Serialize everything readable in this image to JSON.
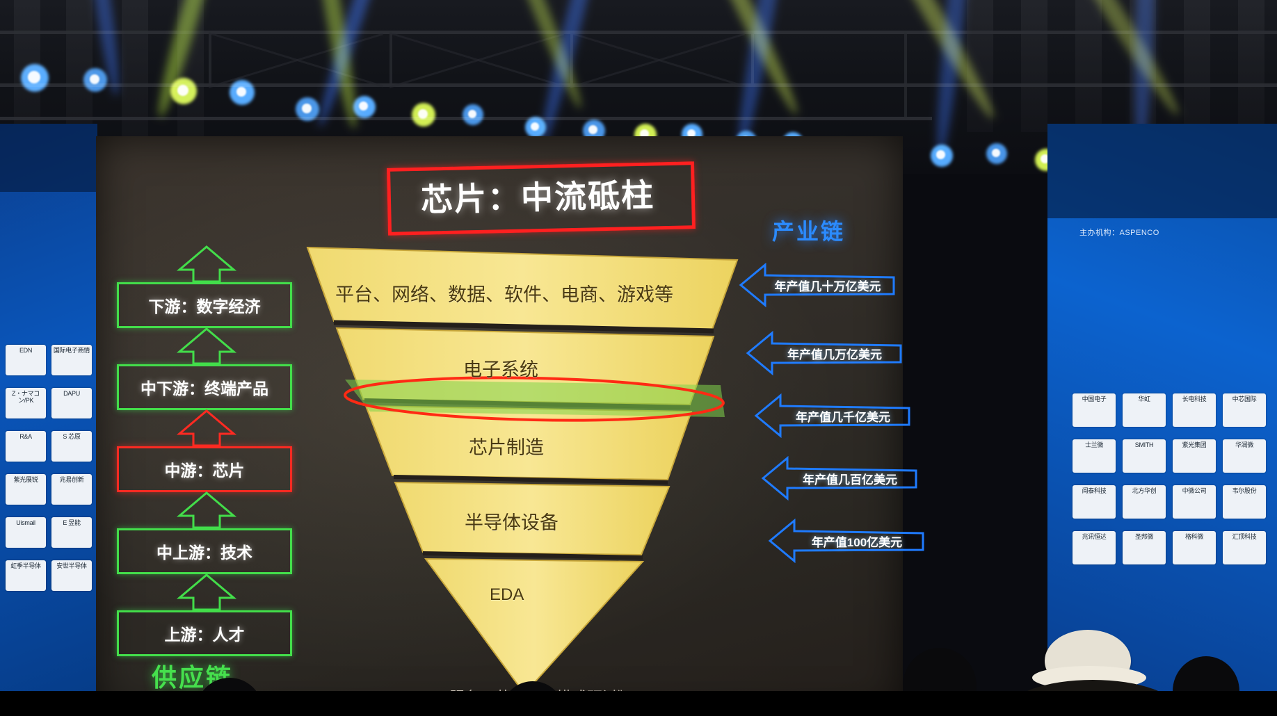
{
  "slide": {
    "title": "芯片：中流砥柱",
    "caption": "服务：芯片供应模式研讨》"
  },
  "funnel": {
    "layers": [
      {
        "label": "平台、网络、数据、软件、电商、游戏等"
      },
      {
        "label": "电子系统"
      },
      {
        "label": "芯片制造"
      },
      {
        "label": "半导体设备"
      },
      {
        "label": "EDA"
      }
    ],
    "highlight_color": "#ff2020",
    "fill_color": "#f5e07a"
  },
  "supply_chain": {
    "label": "供应链",
    "label_color": "#46e04d",
    "items": [
      {
        "label": "下游：数字经济",
        "color": "#43dd4a",
        "highlight": false
      },
      {
        "label": "中下游：终端产品",
        "color": "#43dd4a",
        "highlight": false
      },
      {
        "label": "中游：芯片",
        "color": "#ff2a22",
        "highlight": true
      },
      {
        "label": "中上游：技术",
        "color": "#43dd4a",
        "highlight": false
      },
      {
        "label": "上游：人才",
        "color": "#43dd4a",
        "highlight": false
      }
    ]
  },
  "industry_chain": {
    "label": "产业链",
    "label_color": "#2b8bff",
    "items": [
      {
        "label": "年产值几十万亿美元"
      },
      {
        "label": "年产值几万亿美元"
      },
      {
        "label": "年产值几千亿美元"
      },
      {
        "label": "年产值几百亿美元"
      },
      {
        "label": "年产值100亿美元"
      }
    ]
  },
  "sidewalls": {
    "right_header": "主办机构：ASPENCO",
    "left_chips": [
      "EDN",
      "国际电子商情",
      "Z・ナマコン/PK",
      "DAPU",
      "R&A",
      "S 芯原",
      "紫光展锐",
      "兆易创新",
      "Uismail",
      "E 昱能",
      "虹季半导体",
      "安世半导体"
    ],
    "right_chips": [
      "中国电子",
      "华虹",
      "长电科技",
      "中芯国际",
      "士兰微",
      "SMITH",
      "紫光集团",
      "华润微",
      "闻泰科技",
      "北方华创",
      "中微公司",
      "韦尔股份",
      "兆讯恒达",
      "圣邦微",
      "格科微",
      "汇顶科技"
    ]
  }
}
